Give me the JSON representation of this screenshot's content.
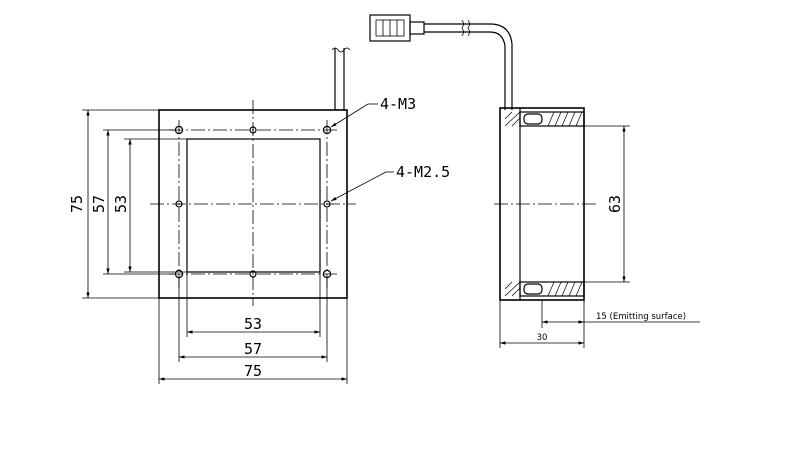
{
  "front_view": {
    "outer_width": "75",
    "hole_pitch_width": "57",
    "window_width": "53",
    "outer_height": "75",
    "hole_pitch_height": "57",
    "window_height": "53",
    "callout_m3": "4-M3",
    "callout_m25": "4-M2.5"
  },
  "side_view": {
    "diameter": "63",
    "depth": "30",
    "emitting_note": "15 (Emitting surface)"
  }
}
